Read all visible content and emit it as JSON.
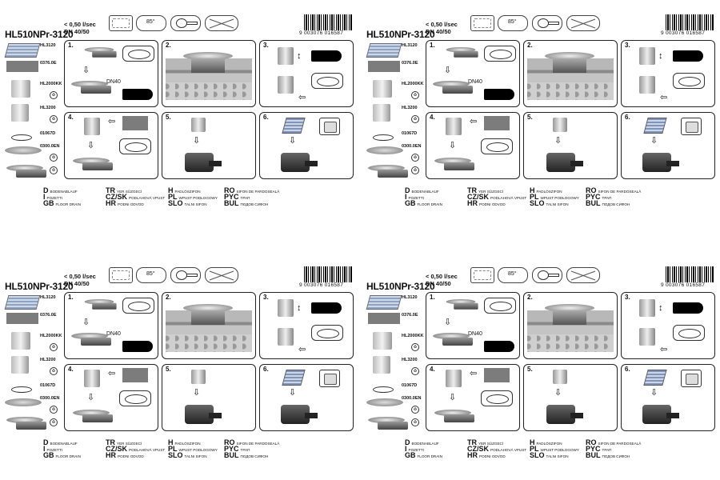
{
  "product": {
    "code": "HL510NPr-3120",
    "flow_rate": "< 0,50 l/sec",
    "dn": "DN 40/50",
    "angle": "85°",
    "ean": "9 003076 016587"
  },
  "parts": [
    {
      "label": "HL3120",
      "kind": "grate"
    },
    {
      "label": "0376.0E",
      "kind": "mat"
    },
    {
      "label": "HL2000KK",
      "kind": "cyl"
    },
    {
      "label": "HL3200",
      "kind": "cyl"
    },
    {
      "label": "01067D",
      "kind": "oval"
    },
    {
      "label": "0300.0EN",
      "kind": "disc"
    },
    {
      "label": "",
      "kind": "drain"
    }
  ],
  "steps": {
    "s1": "1.",
    "s2": "2.",
    "s3": "3.",
    "s4": "4.",
    "s5": "5.",
    "s6": "6.",
    "dn40": "DN40"
  },
  "languages": [
    {
      "code": "D",
      "text": "BODENABLAUF"
    },
    {
      "code": "I",
      "text": "POZETTI"
    },
    {
      "code": "GB",
      "text": "FLOOR DRAIN"
    },
    {
      "code": "TR",
      "text": "YER SÜZGECİ"
    },
    {
      "code": "CZ/SK",
      "text": "PODLAHOVÁ VPUST"
    },
    {
      "code": "HR",
      "text": "PODNI ODVOD"
    },
    {
      "code": "H",
      "text": "PADLÓSZIFON"
    },
    {
      "code": "PL",
      "text": "WPUST PODŁOGOWY"
    },
    {
      "code": "SLO",
      "text": "TALNI SIFON"
    },
    {
      "code": "RO",
      "text": "SIFON DE PARDOSEALĂ"
    },
    {
      "code": "PYC",
      "text": "ТРАП"
    },
    {
      "code": "BUL",
      "text": "ПОДОВ СИФОН"
    }
  ],
  "icons": {
    "recycle": "recycle-icon",
    "arrow_down": "⇩",
    "arrow_left": "⇦",
    "arrow_updown": "↕"
  }
}
